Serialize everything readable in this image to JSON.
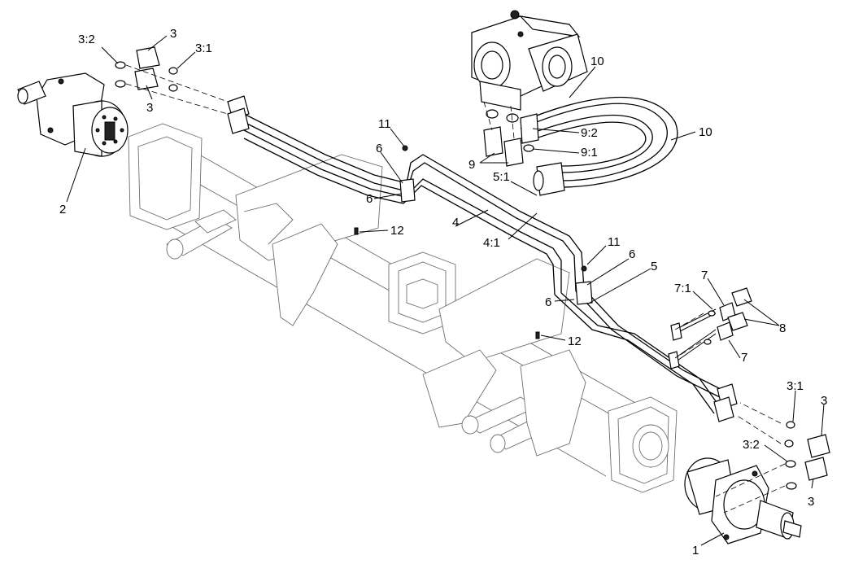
{
  "labels": {
    "l_3_2_top": "3:2",
    "l_3_top_a": "3",
    "l_3_1_top": "3:1",
    "l_3_top_b": "3",
    "l_2": "2",
    "l_10_top": "10",
    "l_10_right": "10",
    "l_11_top": "11",
    "l_6_a": "6",
    "l_6_b": "6",
    "l_9_2": "9:2",
    "l_9_1": "9:1",
    "l_9": "9",
    "l_5_1": "5:1",
    "l_4": "4",
    "l_12_top": "12",
    "l_4_1": "4:1",
    "l_11_mid": "11",
    "l_6_c": "6",
    "l_5": "5",
    "l_7_top": "7",
    "l_7_1": "7:1",
    "l_6_d": "6",
    "l_8": "8",
    "l_12_bot": "12",
    "l_7_bot": "7",
    "l_3_1_bot": "3:1",
    "l_3_right_a": "3",
    "l_3_2_bot": "3:2",
    "l_3_right_b": "3",
    "l_1": "1"
  }
}
